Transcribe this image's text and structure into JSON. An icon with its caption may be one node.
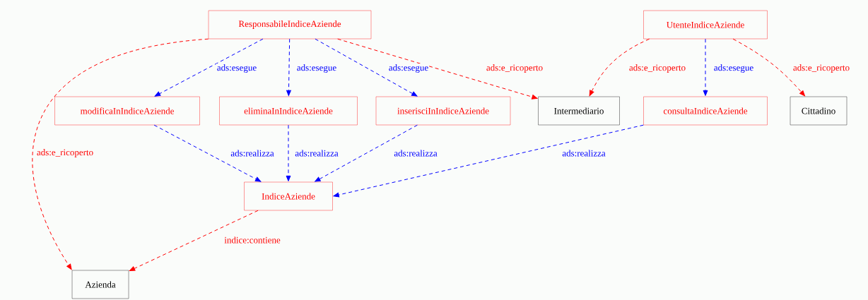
{
  "diagram": {
    "nodes": [
      {
        "text": [
          "ResponsabileIndiceAziende"
        ]
      },
      {
        "text": [
          "UtenteIndiceAziende"
        ]
      },
      {
        "text": [
          "modificaInIndiceAziende"
        ]
      },
      {
        "text": [
          "eliminaInIndiceAziende"
        ]
      },
      {
        "text": [
          "inserisciInIndiceAziende"
        ]
      },
      {
        "text": [
          "Intermediario"
        ]
      },
      {
        "text": [
          "consultaIndiceAziende"
        ]
      },
      {
        "text": [
          "Cittadino"
        ]
      },
      {
        "text": [
          "IndiceAziende"
        ]
      },
      {
        "text": [
          "Azienda"
        ]
      }
    ],
    "edges": [
      {
        "from": 0,
        "to": 2,
        "arrow": "to",
        "label": "ads:esegue",
        "style": "dashed"
      },
      {
        "from": 0,
        "to": 3,
        "arrow": "to",
        "label": "ads:esegue",
        "style": "dashed"
      },
      {
        "from": 0,
        "to": 4,
        "arrow": "to",
        "label": "ads:esegue",
        "style": "dashed"
      },
      {
        "from": 0,
        "to": 5,
        "arrow": "to",
        "label": "ads:e_ricoperto",
        "style": "dashed",
        "color": "#ff0000"
      },
      {
        "from": 0,
        "to": 9,
        "arrow": "to",
        "label": "ads:e_ricoperto",
        "style": "dashed",
        "color": "#ff0000"
      },
      {
        "from": 1,
        "to": 5,
        "arrow": "to",
        "label": "ads:e_ricoperto",
        "style": "dashed",
        "color": "#ff0000"
      },
      {
        "from": 1,
        "to": 6,
        "arrow": "to",
        "label": "ads:esegue",
        "style": "dashed"
      },
      {
        "from": 1,
        "to": 7,
        "arrow": "to",
        "label": "ads:e_ricoperto",
        "style": "dashed",
        "color": "#ff0000"
      },
      {
        "from": 2,
        "to": 8,
        "arrow": "to",
        "label": "ads:realizza",
        "style": "dashed"
      },
      {
        "from": 3,
        "to": 8,
        "arrow": "to",
        "label": "ads:realizza",
        "style": "dashed"
      },
      {
        "from": 4,
        "to": 8,
        "arrow": "to",
        "label": "ads:realizza",
        "style": "dashed"
      },
      {
        "from": 6,
        "to": 8,
        "arrow": "to",
        "label": "ads:realizza",
        "style": "dashed"
      },
      {
        "from": 8,
        "to": 9,
        "arrow": "to",
        "label": "indice:contiene",
        "style": "dashed",
        "color": "#ff0000"
      }
    ]
  }
}
